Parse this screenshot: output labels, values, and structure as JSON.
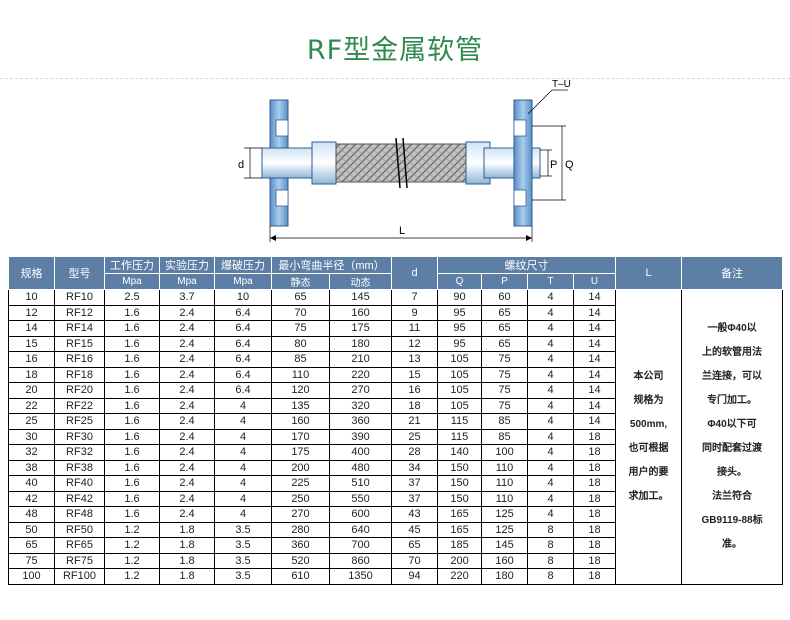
{
  "title": "RF型金属软管",
  "diagram": {
    "label_tu": "T–U",
    "label_d": "d",
    "label_p": "P",
    "label_q": "Q",
    "label_l": "L"
  },
  "table": {
    "headers": {
      "size": "规格",
      "model": "型号",
      "working_pressure": "工作压力",
      "test_pressure": "实验压力",
      "burst_pressure": "爆破压力",
      "min_bend_radius": "最小弯曲半径（mm）",
      "d": "d",
      "thread_size": "螺纹尺寸",
      "L": "L",
      "remarks": "备注",
      "unit_mpa": "Mpa",
      "static": "静态",
      "dynamic": "动态",
      "Q": "Q",
      "P": "P",
      "T": "T",
      "U": "U"
    },
    "rows": [
      [
        "10",
        "RF10",
        "2.5",
        "3.7",
        "10",
        "65",
        "145",
        "7",
        "90",
        "60",
        "4",
        "14"
      ],
      [
        "12",
        "RF12",
        "1.6",
        "2.4",
        "6.4",
        "70",
        "160",
        "9",
        "95",
        "65",
        "4",
        "14"
      ],
      [
        "14",
        "RF14",
        "1.6",
        "2.4",
        "6.4",
        "75",
        "175",
        "11",
        "95",
        "65",
        "4",
        "14"
      ],
      [
        "15",
        "RF15",
        "1.6",
        "2.4",
        "6.4",
        "80",
        "180",
        "12",
        "95",
        "65",
        "4",
        "14"
      ],
      [
        "16",
        "RF16",
        "1.6",
        "2.4",
        "6.4",
        "85",
        "210",
        "13",
        "105",
        "75",
        "4",
        "14"
      ],
      [
        "18",
        "RF18",
        "1.6",
        "2.4",
        "6.4",
        "110",
        "220",
        "15",
        "105",
        "75",
        "4",
        "14"
      ],
      [
        "20",
        "RF20",
        "1.6",
        "2.4",
        "6.4",
        "120",
        "270",
        "16",
        "105",
        "75",
        "4",
        "14"
      ],
      [
        "22",
        "RF22",
        "1.6",
        "2.4",
        "4",
        "135",
        "320",
        "18",
        "105",
        "75",
        "4",
        "14"
      ],
      [
        "25",
        "RF25",
        "1.6",
        "2.4",
        "4",
        "160",
        "360",
        "21",
        "115",
        "85",
        "4",
        "14"
      ],
      [
        "30",
        "RF30",
        "1.6",
        "2.4",
        "4",
        "170",
        "390",
        "25",
        "115",
        "85",
        "4",
        "18"
      ],
      [
        "32",
        "RF32",
        "1.6",
        "2.4",
        "4",
        "175",
        "400",
        "28",
        "140",
        "100",
        "4",
        "18"
      ],
      [
        "38",
        "RF38",
        "1.6",
        "2.4",
        "4",
        "200",
        "480",
        "34",
        "150",
        "110",
        "4",
        "18"
      ],
      [
        "40",
        "RF40",
        "1.6",
        "2.4",
        "4",
        "225",
        "510",
        "37",
        "150",
        "110",
        "4",
        "18"
      ],
      [
        "42",
        "RF42",
        "1.6",
        "2.4",
        "4",
        "250",
        "550",
        "37",
        "150",
        "110",
        "4",
        "18"
      ],
      [
        "48",
        "RF48",
        "1.6",
        "2.4",
        "4",
        "270",
        "600",
        "43",
        "165",
        "125",
        "4",
        "18"
      ],
      [
        "50",
        "RF50",
        "1.2",
        "1.8",
        "3.5",
        "280",
        "640",
        "45",
        "165",
        "125",
        "8",
        "18"
      ],
      [
        "65",
        "RF65",
        "1.2",
        "1.8",
        "3.5",
        "360",
        "700",
        "65",
        "185",
        "145",
        "8",
        "18"
      ],
      [
        "75",
        "RF75",
        "1.2",
        "1.8",
        "3.5",
        "520",
        "860",
        "70",
        "200",
        "160",
        "8",
        "18"
      ],
      [
        "100",
        "RF100",
        "1.2",
        "1.8",
        "3.5",
        "610",
        "1350",
        "94",
        "220",
        "180",
        "8",
        "18"
      ]
    ],
    "L_note_lines": [
      "本公司",
      "规格为",
      "500mm,",
      "也可根据",
      "用户的要",
      "求加工。"
    ],
    "remarks_lines": [
      "一般Φ40以",
      "上的软管用法",
      "兰连接，可以",
      "专门加工。",
      "Φ40以下可",
      "同时配套过渡",
      "接头。",
      "法兰符合",
      "GB9119-88标",
      "准。"
    ]
  },
  "colors": {
    "title": "#2f8a4f",
    "header_bg": "#5d7fa5",
    "flange": "#7eaad8",
    "hose_braid": "#b9b9b9"
  }
}
